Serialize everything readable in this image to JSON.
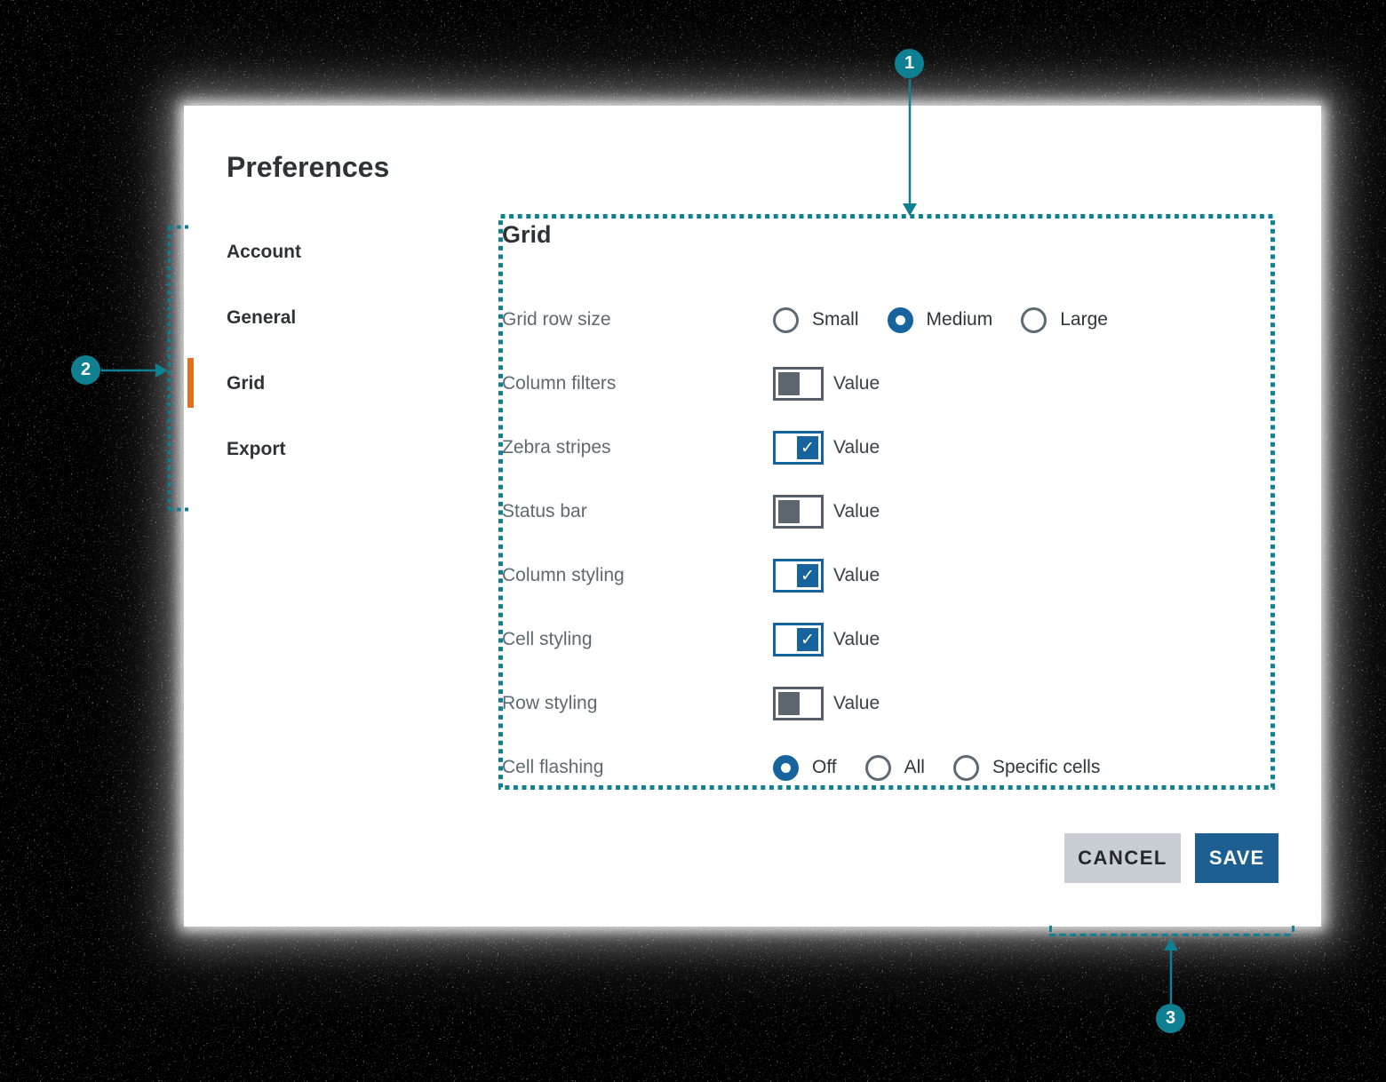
{
  "colors": {
    "accent_blue": "#17639e",
    "save_button_blue": "#1c5f90",
    "annotation_teal": "#0f7f92",
    "selected_indicator_orange": "#e2711d",
    "cancel_button_gray": "#c9ced4"
  },
  "annotations": {
    "markers": [
      {
        "number": "1"
      },
      {
        "number": "2"
      },
      {
        "number": "3"
      }
    ]
  },
  "dialog": {
    "title": "Preferences",
    "sidebar": {
      "items": [
        {
          "label": "Account",
          "selected": false
        },
        {
          "label": "General",
          "selected": false
        },
        {
          "label": "Grid",
          "selected": true
        },
        {
          "label": "Export",
          "selected": false
        }
      ]
    },
    "panel": {
      "heading": "Grid",
      "rows": [
        {
          "label": "Grid row size",
          "type": "radio-group",
          "options": [
            {
              "label": "Small",
              "selected": false
            },
            {
              "label": "Medium",
              "selected": true
            },
            {
              "label": "Large",
              "selected": false
            }
          ]
        },
        {
          "label": "Column filters",
          "type": "toggle-checkbox",
          "checked": false,
          "value_label": "Value"
        },
        {
          "label": "Zebra stripes",
          "type": "toggle-checkbox",
          "checked": true,
          "value_label": "Value"
        },
        {
          "label": "Status bar",
          "type": "toggle-checkbox",
          "checked": false,
          "value_label": "Value"
        },
        {
          "label": "Column styling",
          "type": "toggle-checkbox",
          "checked": true,
          "value_label": "Value"
        },
        {
          "label": "Cell styling",
          "type": "toggle-checkbox",
          "checked": true,
          "value_label": "Value"
        },
        {
          "label": "Row styling",
          "type": "toggle-checkbox",
          "checked": false,
          "value_label": "Value"
        },
        {
          "label": "Cell flashing",
          "type": "radio-group",
          "options": [
            {
              "label": "Off",
              "selected": true
            },
            {
              "label": "All",
              "selected": false
            },
            {
              "label": "Specific cells",
              "selected": false
            }
          ]
        }
      ]
    },
    "actions": {
      "cancel_label": "CANCEL",
      "save_label": "SAVE",
      "checkmark_glyph": "✓"
    }
  }
}
